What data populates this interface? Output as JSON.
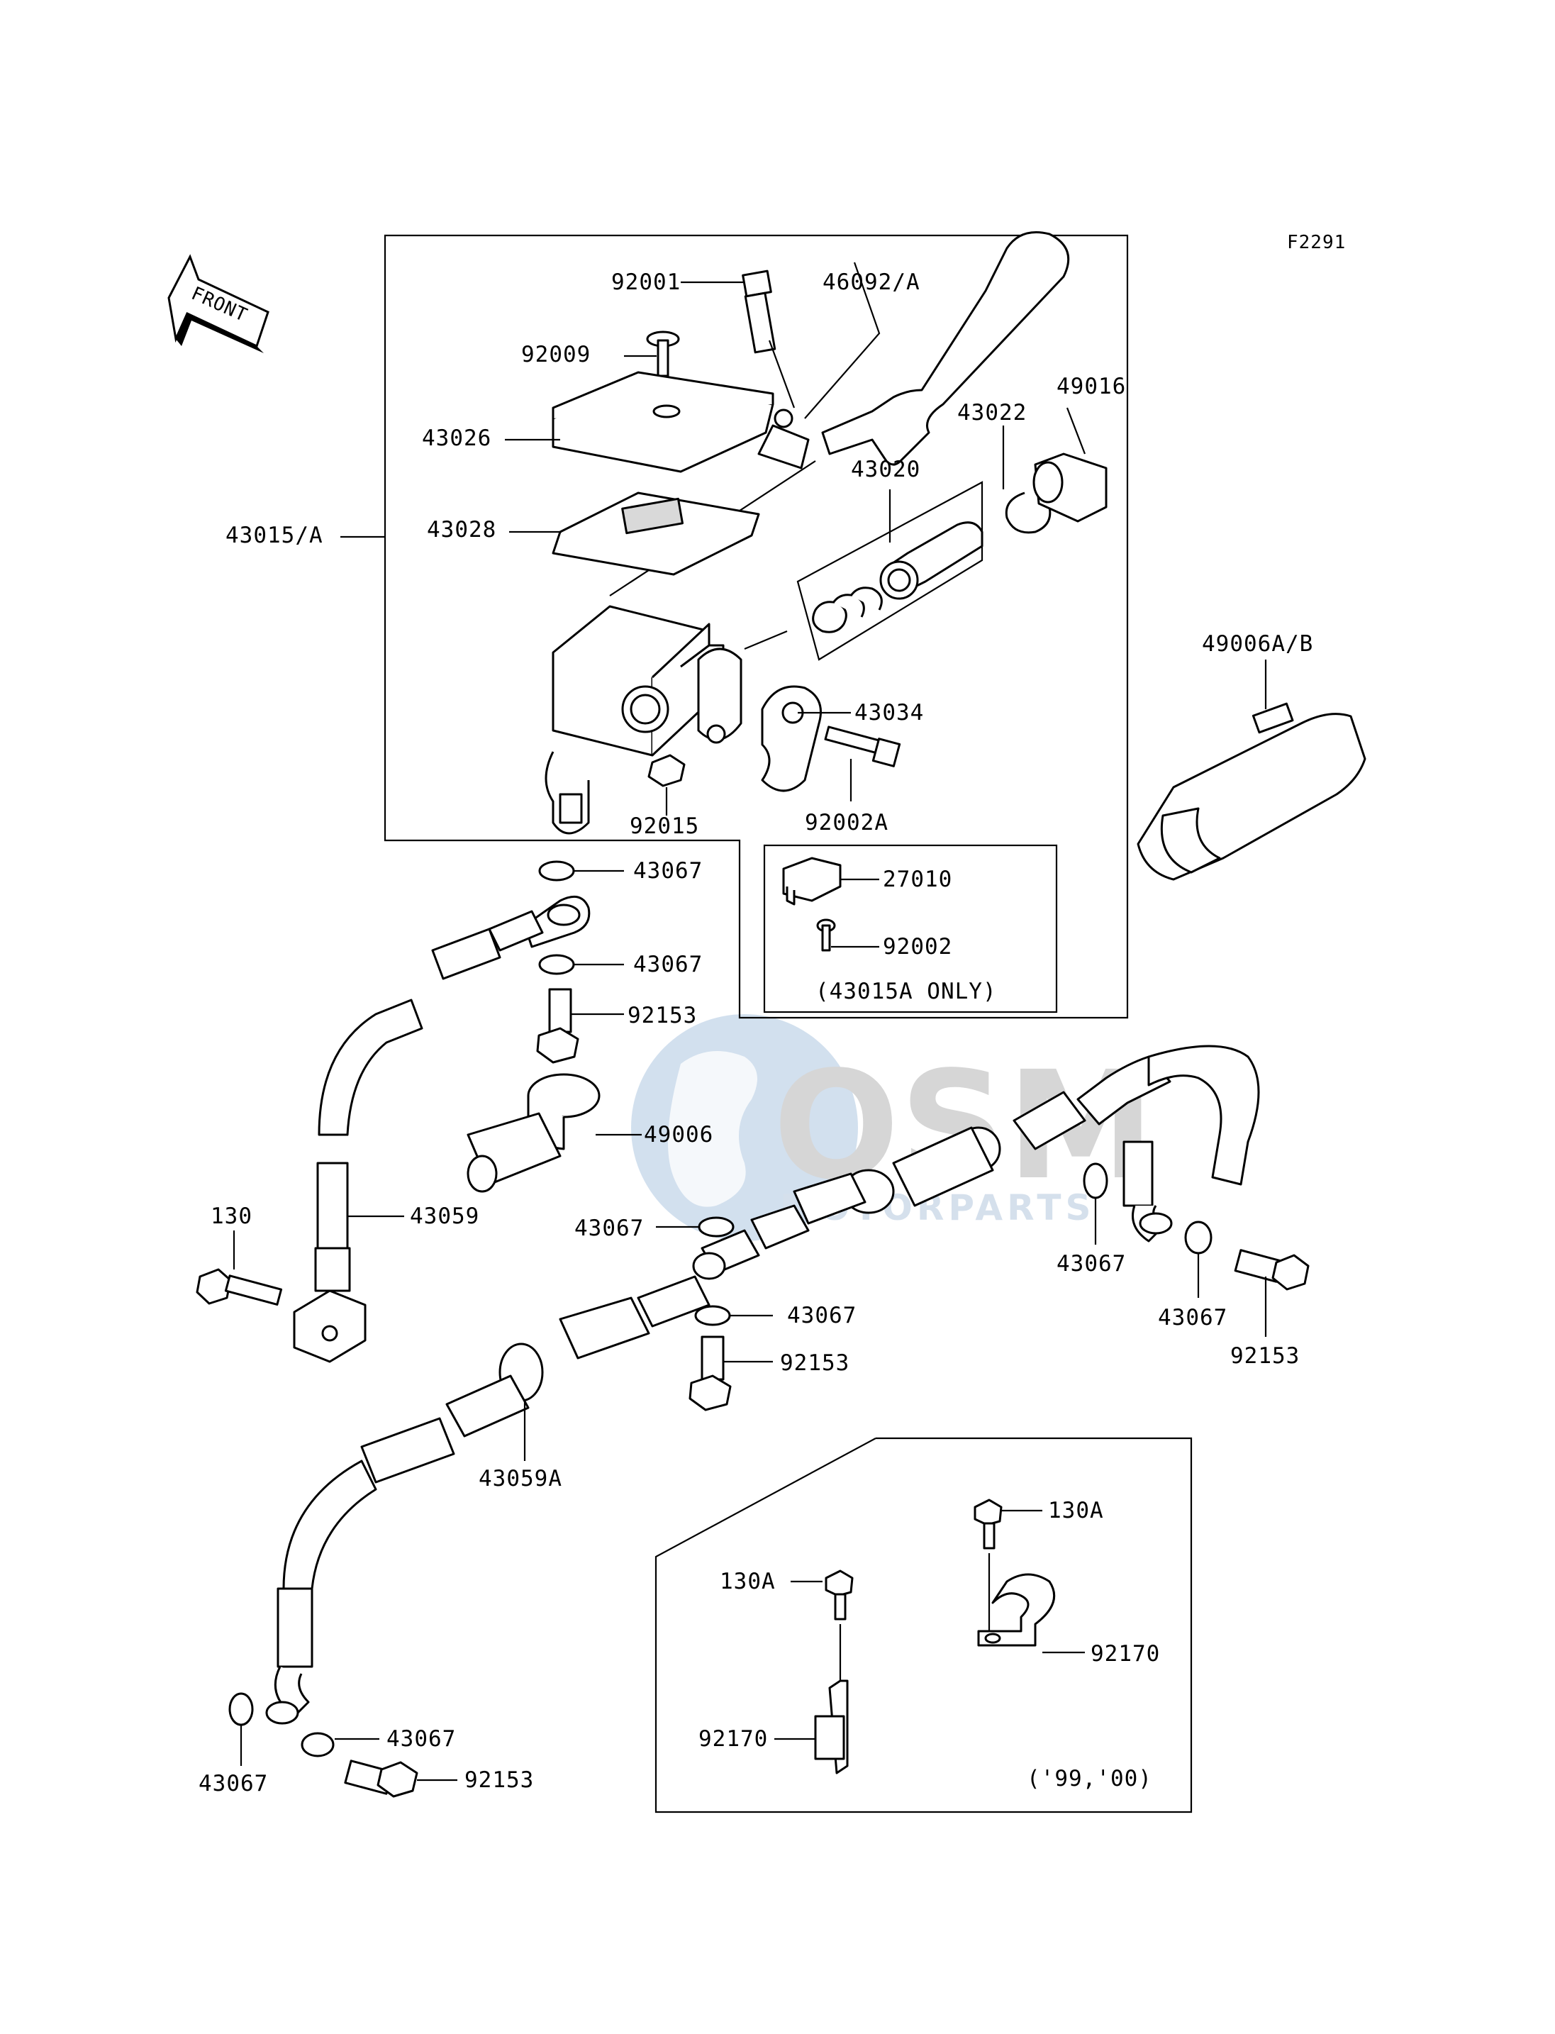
{
  "figure_code": "F2291",
  "front_arrow_label": "FRONT",
  "labels": {
    "l92001": "92001",
    "l46092A": "46092/A",
    "l92009": "92009",
    "l49016": "49016",
    "l43022": "43022",
    "l43026": "43026",
    "l43020": "43020",
    "l43015A": "43015/A",
    "l43028": "43028",
    "l49006AB": "49006A/B",
    "l43034": "43034",
    "l92015": "92015",
    "l92002A": "92002A",
    "l27010": "27010",
    "l92002": "92002",
    "note43015A": "(43015A ONLY)",
    "l43067_a": "43067",
    "l43067_b": "43067",
    "l92153_a": "92153",
    "l49006": "49006",
    "l130": "130",
    "l43059": "43059",
    "l43067_c": "43067",
    "l43067_d": "43067",
    "l92153_b": "92153",
    "l43067_e": "43067",
    "l43067_f": "43067",
    "l92153_c": "92153",
    "l43059A": "43059A",
    "l130A_a": "130A",
    "l130A_b": "130A",
    "l92170_a": "92170",
    "l92170_b": "92170",
    "note9900": "('99,'00)",
    "l43067_g": "43067",
    "l43067_h": "43067",
    "l92153_d": "92153"
  },
  "watermark": {
    "brand": "OSM",
    "sub": "MOTORPARTS",
    "color": "#9ab8d6"
  }
}
